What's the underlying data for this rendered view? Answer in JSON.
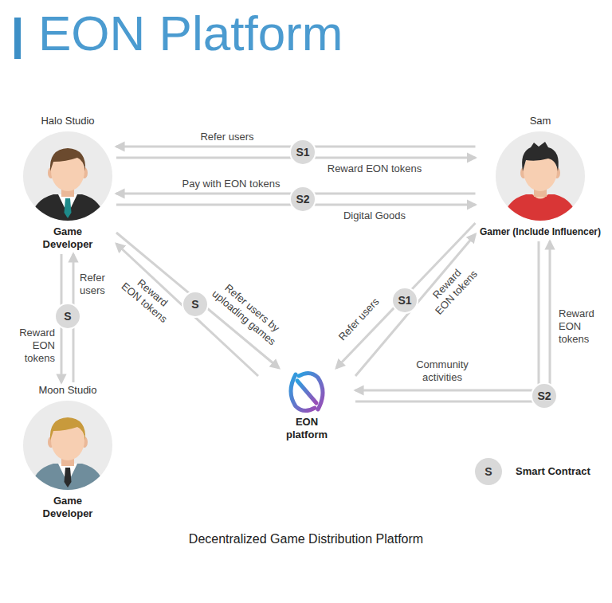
{
  "diagram": {
    "title": "EON Platform",
    "caption": "Decentralized Game Distribution Platform",
    "nodes": [
      {
        "text": [
          "Halo Studio",
          "Game Developer"
        ]
      },
      {
        "text": [
          "Sam",
          "Gamer (Include Influencer)"
        ]
      },
      {
        "text": [
          "S1"
        ]
      },
      {
        "text": [
          "S2"
        ]
      },
      {
        "text": [
          "S"
        ]
      },
      {
        "text": [
          "S"
        ]
      },
      {
        "text": [
          "S1"
        ]
      },
      {
        "text": [
          "Moon Studio",
          "Game Developer"
        ]
      },
      {
        "text": [
          "EON platform"
        ]
      },
      {
        "text": [
          "S2"
        ]
      }
    ],
    "edges": [
      {
        "from": 1,
        "to": 0,
        "label": "Refer users",
        "arrow": "to"
      },
      {
        "from": 0,
        "to": 1,
        "label": "Reward EON tokens",
        "arrow": "to"
      },
      {
        "from": 1,
        "to": 0,
        "label": "Pay with EON tokens",
        "arrow": "to"
      },
      {
        "from": 0,
        "to": 1,
        "label": "Digital Goods",
        "arrow": "to"
      },
      {
        "from": 7,
        "to": 0,
        "label": "Refer users",
        "arrow": "to"
      },
      {
        "from": 0,
        "to": 7,
        "label": "Reward EON tokens",
        "arrow": "to"
      },
      {
        "from": 8,
        "to": 0,
        "label": "Reward EON tokens",
        "arrow": "to"
      },
      {
        "from": 0,
        "to": 8,
        "label": "Refer users by uploading games",
        "arrow": "to"
      },
      {
        "from": 1,
        "to": 8,
        "label": "Refer users",
        "arrow": "to"
      },
      {
        "from": 8,
        "to": 1,
        "label": "Reward EON tokens",
        "arrow": "to"
      },
      {
        "from": 1,
        "to": 8,
        "label": "Community activities",
        "arrow": "to"
      },
      {
        "from": 8,
        "to": 1,
        "label": "Reward EON tokens",
        "arrow": "to"
      }
    ],
    "labels": [
      "S"
    ],
    "legend": [
      {
        "text": "Smart Contract"
      }
    ]
  }
}
